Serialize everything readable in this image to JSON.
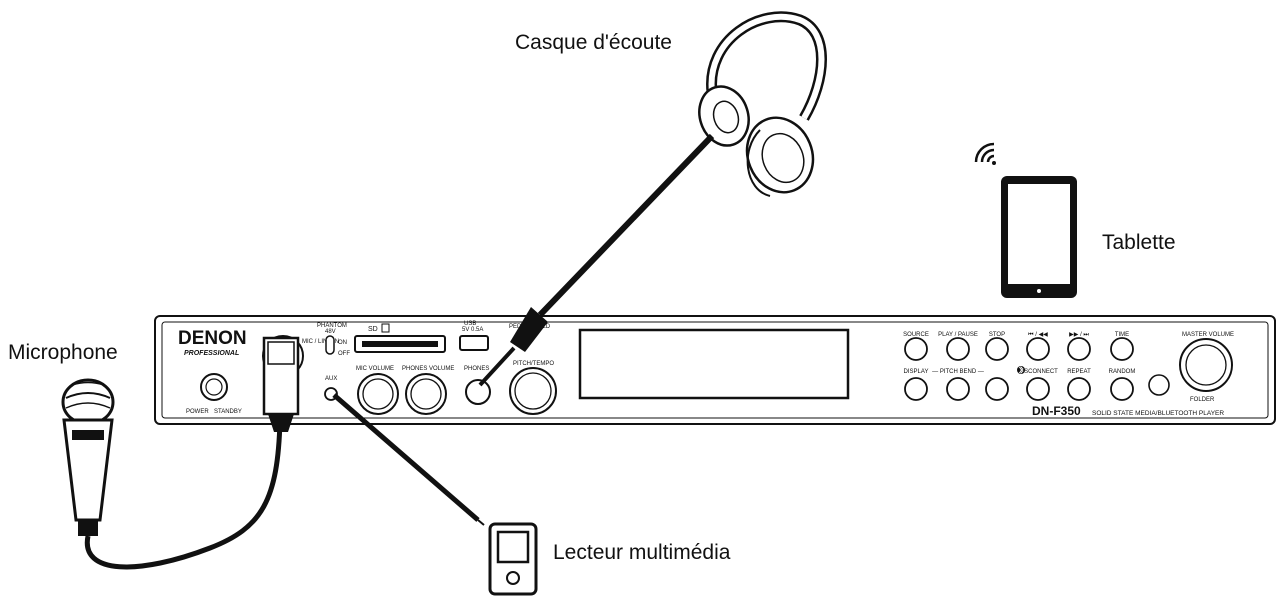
{
  "labels": {
    "headphones": "Casque d'écoute",
    "tablet": "Tablette",
    "microphone": "Microphone",
    "media_player": "Lecteur multimédia"
  },
  "device": {
    "brand": "DENON",
    "brand_sub": "PROFESSIONAL",
    "model": "DN-F350",
    "model_desc": "SOLID STATE MEDIA/BLUETOOTH PLAYER",
    "mic_line_in": "MIC / LINE IN",
    "phantom": "PHANTOM",
    "phantom_v": "48V",
    "on": "ON",
    "off": "OFF",
    "sd": "SD",
    "usb": "USB",
    "usb_power": "5V 0.5A",
    "pedal_hold": "PEDAL / HOLD",
    "power": "POWER",
    "standby": "STANDBY",
    "aux": "AUX",
    "mic_volume": "MIC VOLUME",
    "phones_volume": "PHONES VOLUME",
    "phones": "PHONES",
    "pitch_tempo": "PITCH/TEMPO",
    "master_volume": "MASTER VOLUME",
    "folder": "FOLDER",
    "buttons_top": [
      "SOURCE",
      "PLAY / PAUSE",
      "STOP",
      "⏮ / ◀◀",
      "▶▶ / ⏭",
      "TIME"
    ],
    "buttons_bottom": [
      "DISPLAY",
      "— PITCH BEND —",
      "",
      "DISCONNECT",
      "REPEAT",
      "RANDOM"
    ]
  }
}
